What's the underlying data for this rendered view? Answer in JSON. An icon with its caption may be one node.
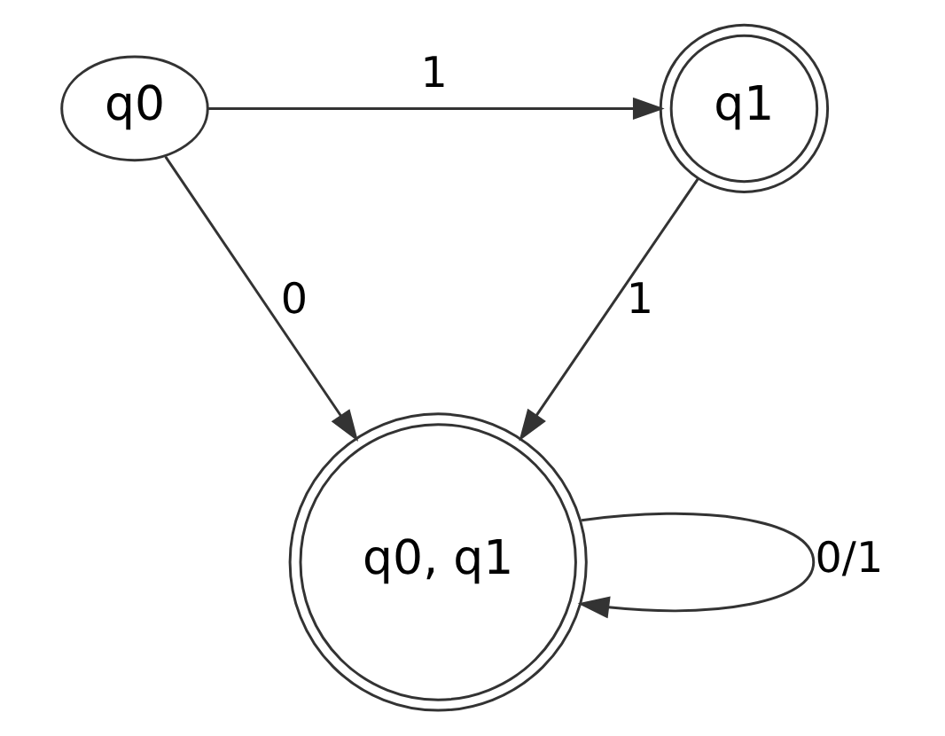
{
  "diagram": {
    "nodes": [
      {
        "text": [
          "q0"
        ]
      },
      {
        "text": [
          "q1"
        ]
      },
      {
        "text": [
          "q0, q1"
        ]
      }
    ],
    "edges": [
      {
        "from": 0,
        "to": 1,
        "arrow": "to",
        "label": "1"
      },
      {
        "from": 0,
        "to": 2,
        "arrow": "to",
        "label": "0"
      },
      {
        "from": 1,
        "to": 2,
        "arrow": "to",
        "label": "1"
      },
      {
        "from": 2,
        "to": 2,
        "arrow": "to",
        "label": "0/1"
      }
    ]
  }
}
